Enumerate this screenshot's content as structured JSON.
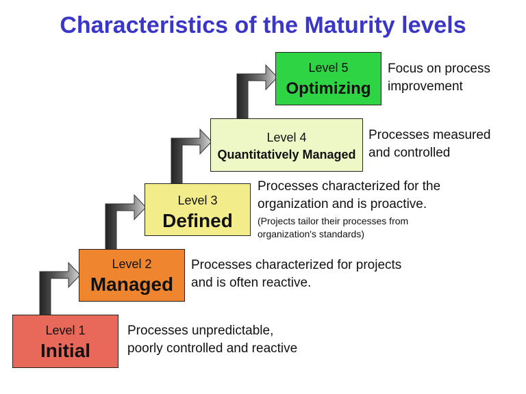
{
  "title": "Characteristics of the Maturity levels",
  "levels": [
    {
      "level": "Level 1",
      "name": "Initial",
      "color": "#e8695a",
      "desc1": "Processes unpredictable,",
      "desc2": "poorly controlled and reactive"
    },
    {
      "level": "Level 2",
      "name": "Managed",
      "color": "#f0852f",
      "desc1": "Processes characterized for projects",
      "desc2": "and is often reactive."
    },
    {
      "level": "Level 3",
      "name": "Defined",
      "color": "#f3ec8a",
      "desc1": "Processes characterized for the",
      "desc2": "organization and is proactive.",
      "note1": "(Projects tailor their processes from",
      "note2": "organization's standards)"
    },
    {
      "level": "Level 4",
      "name": "Quantitatively Managed",
      "color": "#eef8c6",
      "desc1": "Processes measured",
      "desc2": "and controlled"
    },
    {
      "level": "Level 5",
      "name": "Optimizing",
      "color": "#2ed444",
      "desc1": "Focus on process",
      "desc2": "improvement"
    }
  ]
}
